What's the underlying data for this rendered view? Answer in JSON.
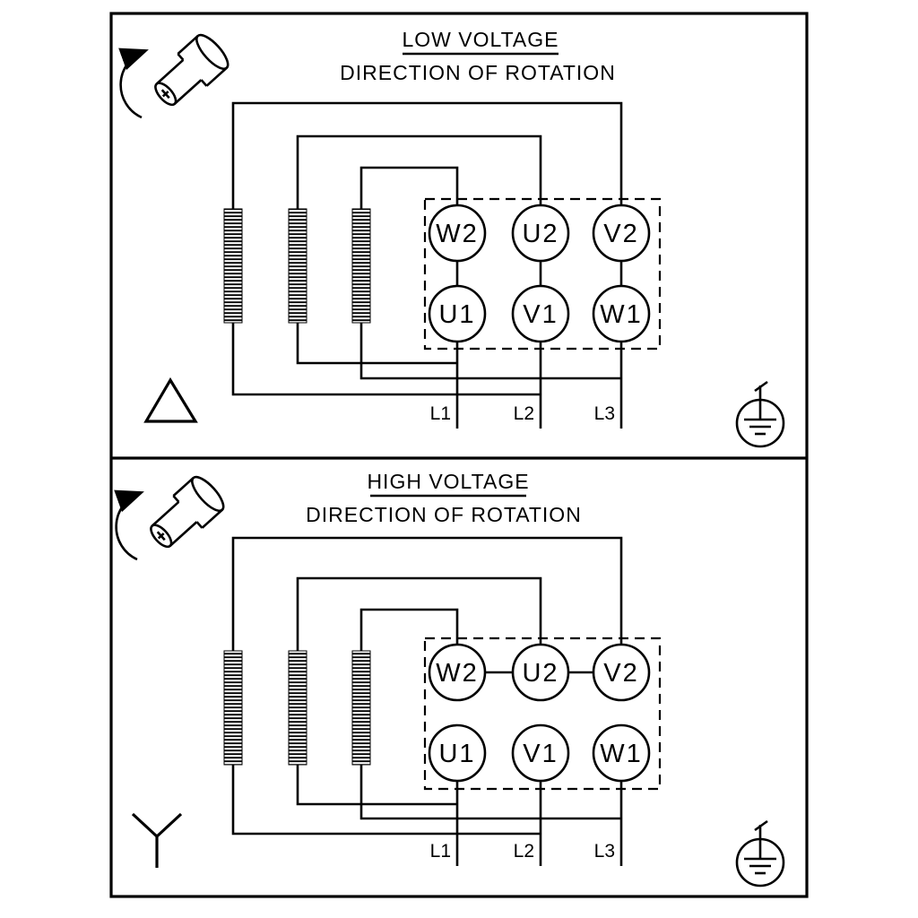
{
  "colors": {
    "ink": "#000000",
    "background": "#ffffff"
  },
  "panels": [
    {
      "id": "low-voltage",
      "title": "LOW VOLTAGE",
      "subtitle": "DIRECTION OF ROTATION",
      "connection_symbol": "delta",
      "terminals_top": [
        "W2",
        "U2",
        "V2"
      ],
      "terminals_bottom": [
        "U1",
        "V1",
        "W1"
      ],
      "supply_lines": [
        "L1",
        "L2",
        "L3"
      ]
    },
    {
      "id": "high-voltage",
      "title": "HIGH VOLTAGE",
      "subtitle": "DIRECTION OF ROTATION",
      "connection_symbol": "star",
      "terminals_top": [
        "W2",
        "U2",
        "V2"
      ],
      "terminals_bottom": [
        "U1",
        "V1",
        "W1"
      ],
      "supply_lines": [
        "L1",
        "L2",
        "L3"
      ]
    }
  ]
}
